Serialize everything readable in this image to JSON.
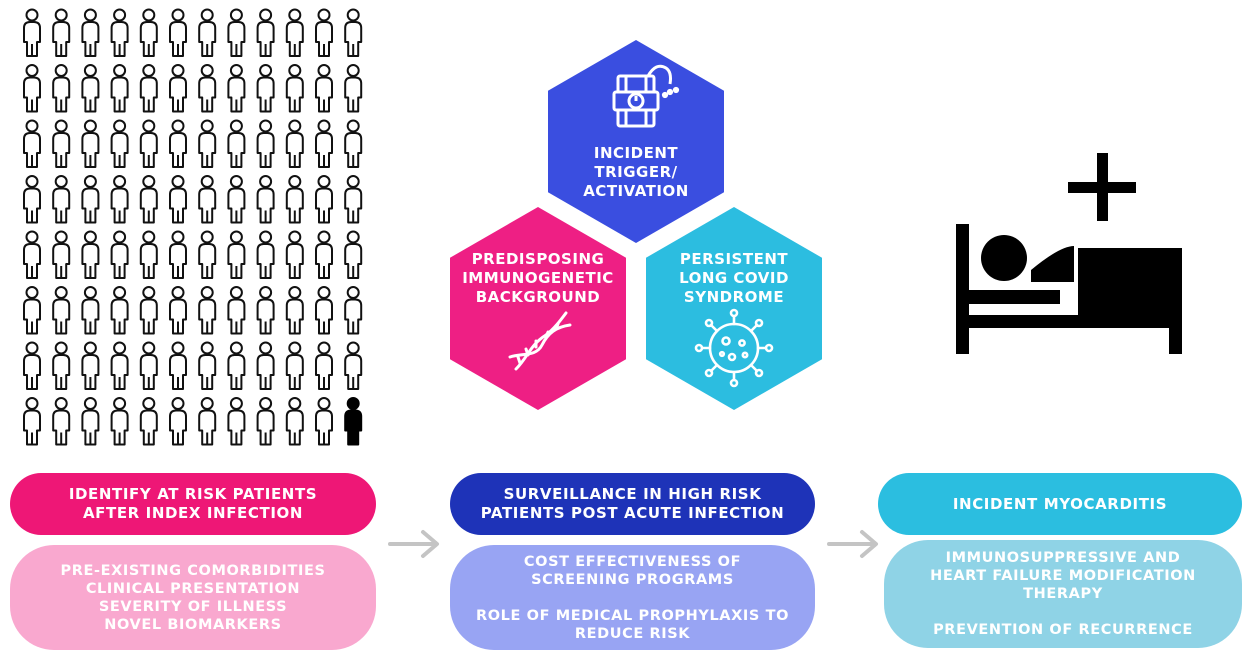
{
  "people_grid": {
    "rows": 8,
    "cols": 12,
    "highlighted": {
      "row": 7,
      "col": 11
    },
    "outline_color": "#111111",
    "fill_color": "#000000"
  },
  "hexagons": [
    {
      "id": "trigger",
      "text": "INCIDENT\nTRIGGER/\nACTIVATION",
      "color": "#3a4ee0",
      "icon": "time-bomb-icon"
    },
    {
      "id": "predisposing",
      "text": "PREDISPOSING\nIMMUNOGENETIC\nBACKGROUND",
      "color": "#ee1f84",
      "icon": "dna-icon"
    },
    {
      "id": "persistent",
      "text": "PERSISTENT\nLONG COVID\nSYNDROME",
      "color": "#2cbde0",
      "icon": "virus-icon"
    }
  ],
  "hospital_icon": "hospital-bed-icon",
  "columns": [
    {
      "main": "IDENTIFY AT RISK PATIENTS\nAFTER INDEX INFECTION",
      "main_color": "#ee1776",
      "sub_lines": [
        "PRE-EXISTING COMORBIDITIES",
        "CLINICAL PRESENTATION",
        "SEVERITY OF ILLNESS",
        "NOVEL BIOMARKERS"
      ],
      "sub_color": "#f9a8cf"
    },
    {
      "main": "SURVEILLANCE IN HIGH RISK\nPATIENTS POST ACUTE INFECTION",
      "main_color": "#1e33b8",
      "sub_lines": [
        "COST EFFECTIVENESS OF",
        "SCREENING PROGRAMS",
        "",
        "ROLE OF MEDICAL PROPHYLAXIS TO",
        "REDUCE RISK"
      ],
      "sub_color": "#98a4f3"
    },
    {
      "main": "INCIDENT MYOCARDITIS",
      "main_color": "#2bbee0",
      "sub_lines": [
        "IMMUNOSUPPRESSIVE AND",
        "HEART FAILURE MODIFICATION",
        "THERAPY",
        "",
        "PREVENTION OF RECURRENCE"
      ],
      "sub_color": "#8fd3e6"
    }
  ],
  "arrow_color": "#c4c4c4",
  "arrow_icon": "arrow-right-icon"
}
